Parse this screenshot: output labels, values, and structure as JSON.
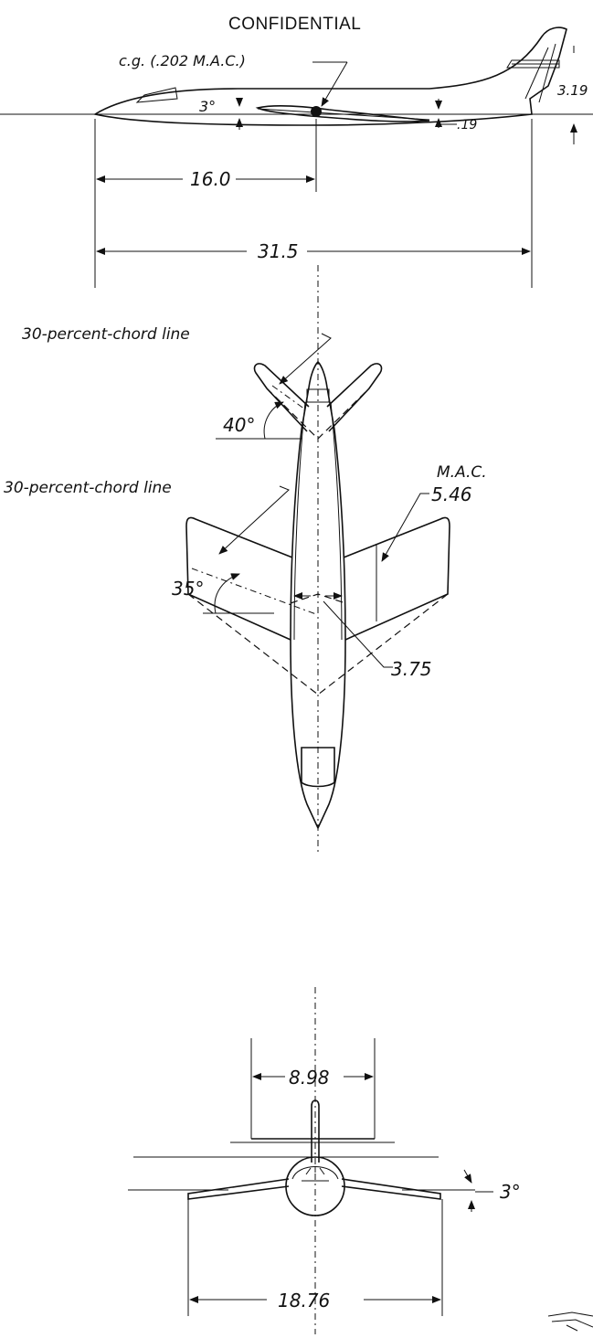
{
  "header": {
    "classification": "CONFIDENTIAL"
  },
  "side_view": {
    "cg_label": "c.g. (.202 M.A.C.)",
    "incidence_angle": "3°",
    "offset_value": ".19",
    "tail_height": "3.19",
    "cg_station": "16.0",
    "overall_length": "31.5"
  },
  "plan_view": {
    "tail_chord_line": "30-percent-chord line",
    "tail_sweep": "40°",
    "wing_chord_line": "30-percent-chord line",
    "mac_label": "M.A.C.",
    "mac_value": "5.46",
    "wing_sweep": "35°",
    "root_dimension": "3.75"
  },
  "front_view": {
    "tail_span": "8.98",
    "dihedral": "3°",
    "wing_span": "18.76"
  }
}
